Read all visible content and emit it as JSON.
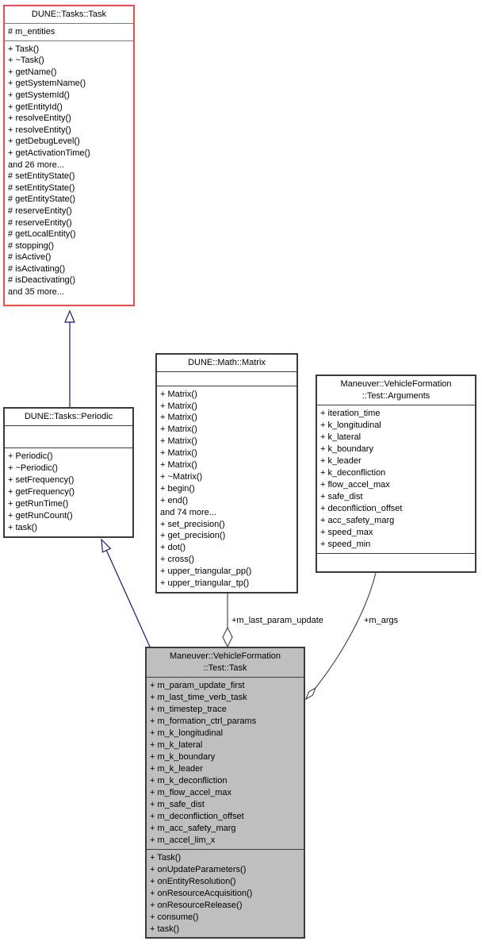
{
  "diagram": {
    "colors": {
      "inheritance": "#191970",
      "aggregation": "#4b4b4b",
      "box_border": "#3a3a3a",
      "incomplete_border": "#fa4848",
      "highlight_fill": "#bfbfbf"
    },
    "classes": {
      "task": {
        "title": "DUNE::Tasks::Task",
        "attributes": [
          "# m_entities"
        ],
        "methods": [
          "+ Task()",
          "+ ~Task()",
          "+ getName()",
          "+ getSystemName()",
          "+ getSystemId()",
          "+ getEntityId()",
          "+ resolveEntity()",
          "+ resolveEntity()",
          "+ getDebugLevel()",
          "+ getActivationTime()",
          "and 26 more...",
          "# setEntityState()",
          "# setEntityState()",
          "# getEntityState()",
          "# reserveEntity()",
          "# reserveEntity()",
          "# getLocalEntity()",
          "# stopping()",
          "# isActive()",
          "# isActivating()",
          "# isDeactivating()",
          "and 35 more..."
        ]
      },
      "periodic": {
        "title": "DUNE::Tasks::Periodic",
        "attributes": [],
        "methods": [
          "+ Periodic()",
          "+ ~Periodic()",
          "+ setFrequency()",
          "+ getFrequency()",
          "+ getRunTime()",
          "+ getRunCount()",
          "+ task()"
        ]
      },
      "matrix": {
        "title": "DUNE::Math::Matrix",
        "attributes": [],
        "methods": [
          "+ Matrix()",
          "+ Matrix()",
          "+ Matrix()",
          "+ Matrix()",
          "+ Matrix()",
          "+ Matrix()",
          "+ Matrix()",
          "+ ~Matrix()",
          "+ begin()",
          "+ end()",
          "and 74 more...",
          "+ set_precision()",
          "+ get_precision()",
          "+ dot()",
          "+ cross()",
          "+ upper_triangular_pp()",
          "+ upper_triangular_tp()"
        ]
      },
      "arguments": {
        "title": "Maneuver::VehicleFormation\n::Test::Arguments",
        "attributes": [
          "+ iteration_time",
          "+ k_longitudinal",
          "+ k_lateral",
          "+ k_boundary",
          "+ k_leader",
          "+ k_deconfliction",
          "+ flow_accel_max",
          "+ safe_dist",
          "+ deconfliction_offset",
          "+ acc_safety_marg",
          "+ speed_max",
          "+ speed_min"
        ],
        "methods": []
      },
      "test_task": {
        "title": "Maneuver::VehicleFormation\n::Test::Task",
        "attributes": [
          "+ m_param_update_first",
          "+ m_last_time_verb_task",
          "+ m_timestep_trace",
          "+ m_formation_ctrl_params",
          "+ m_k_longitudinal",
          "+ m_k_lateral",
          "+ m_k_boundary",
          "+ m_k_leader",
          "+ m_k_deconfliction",
          "+ m_flow_accel_max",
          "+ m_safe_dist",
          "+ m_deconfliction_offset",
          "+ m_acc_safety_marg",
          "+ m_accel_lim_x"
        ],
        "methods": [
          "+ Task()",
          "+ onUpdateParameters()",
          "+ onEntityResolution()",
          "+ onResourceAcquisition()",
          "+ onResourceRelease()",
          "+ consume()",
          "+ task()"
        ]
      }
    },
    "edges": {
      "m_last_param_update": {
        "label": "+m_last_param_update"
      },
      "m_args": {
        "label": "+m_args"
      }
    }
  }
}
